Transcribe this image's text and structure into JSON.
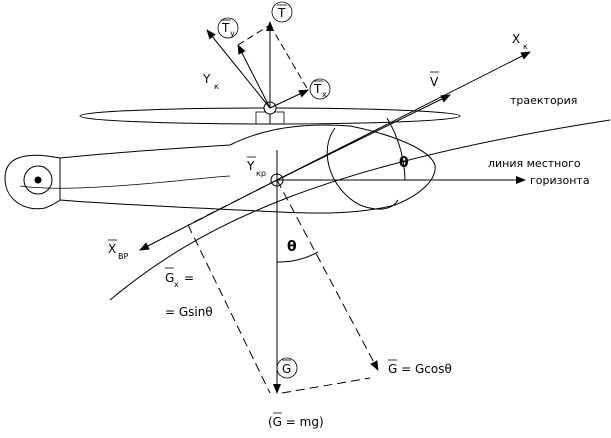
{
  "labels": {
    "T": "T",
    "Ty": "T",
    "Ty_sub": "y",
    "Tx": "T",
    "Tx_sub": "x",
    "Xk": "X",
    "Xk_sub": "к",
    "Yk": "Y",
    "Yk_sub": "к",
    "V": "V",
    "trajectory": "траектория",
    "theta_top": "θ",
    "horizon_line1": "линия местного",
    "horizon_line2": "горизонта",
    "Ykp": "Y",
    "Ykp_sub": "кр",
    "Xbp": "X",
    "Xbp_sub": "ΒΡ",
    "Gx": "G",
    "Gx_sub": "x",
    "Gx_eq": "=",
    "Gx_val": "= Gsinθ",
    "theta_bottom": "θ",
    "G_circle": "G",
    "Gcos": "G  = Gcosθ",
    "Gmg": "(G = mg)"
  }
}
